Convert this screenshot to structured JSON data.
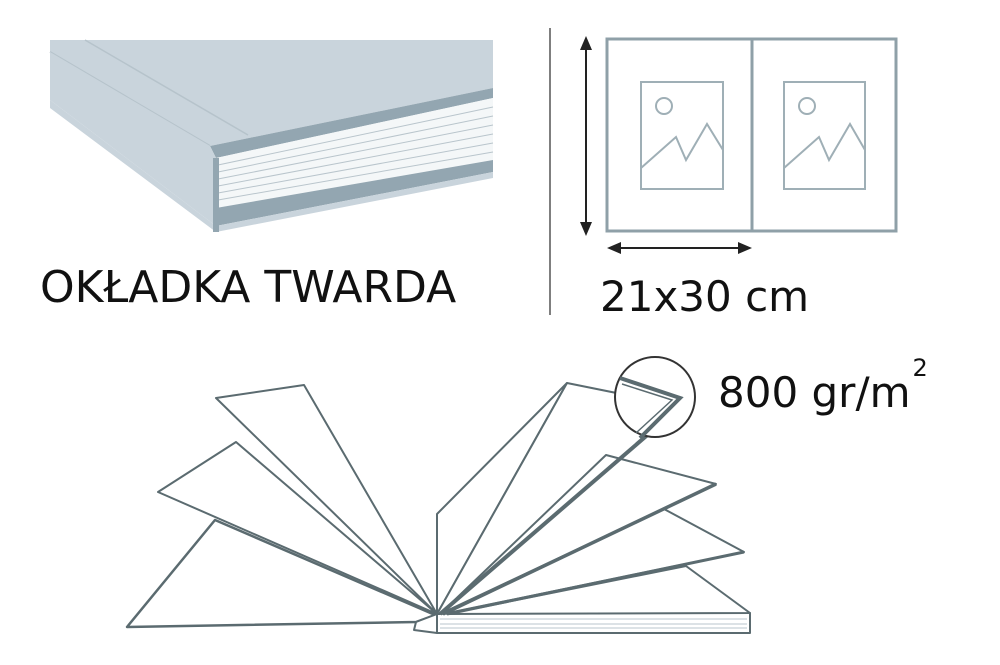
{
  "labels": {
    "cover_type": "OKŁADKA TWARDA",
    "size": "21x30 cm",
    "weight_value": "800 gr/m",
    "weight_exponent": "2"
  },
  "icons": [
    "hardcover-book-icon",
    "open-spread-icon",
    "picture-icon",
    "fanned-pages-icon",
    "magnifier-circle-icon"
  ],
  "colors": {
    "cover_fill": "#c9d4dc",
    "cover_dark": "#93a6b1",
    "stroke": "#5b6b70",
    "outline": "#7f9199",
    "pages": "#ffffff",
    "text": "#111111"
  }
}
